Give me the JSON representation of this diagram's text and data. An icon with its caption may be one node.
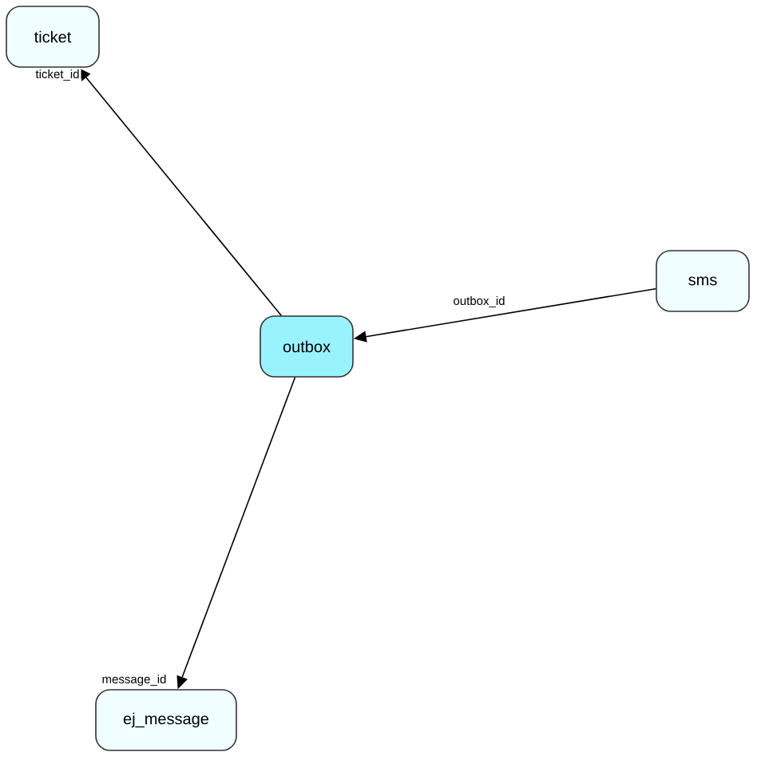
{
  "diagram": {
    "nodes": [
      {
        "text": [
          "ticket"
        ]
      },
      {
        "text": [
          "outbox"
        ]
      },
      {
        "text": [
          "sms"
        ]
      },
      {
        "text": [
          "ej_message"
        ]
      }
    ],
    "edges": [
      {
        "from": 1,
        "to": 0,
        "arrow": "to",
        "label": "ticket_id"
      },
      {
        "from": 2,
        "to": 1,
        "arrow": "to",
        "label": "outbox_id"
      },
      {
        "from": 1,
        "to": 3,
        "arrow": "to",
        "label": "message_id"
      }
    ]
  }
}
